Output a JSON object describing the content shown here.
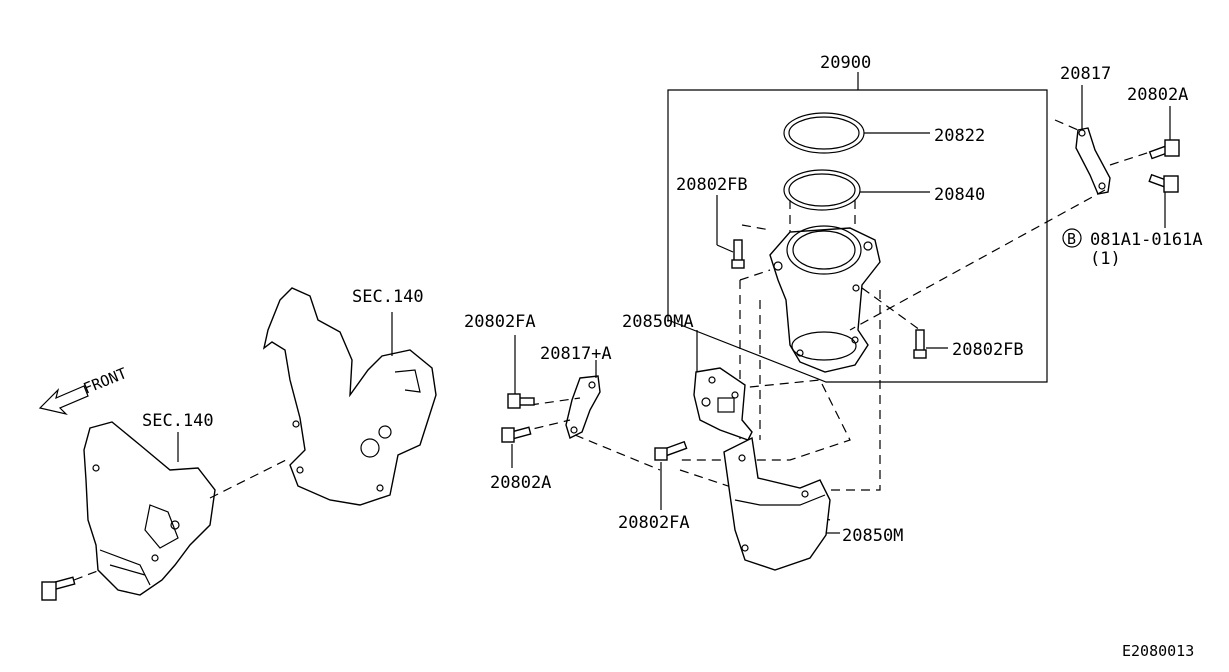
{
  "labels": {
    "p20900": "20900",
    "p20817": "20817",
    "p20802A_top": "20802A",
    "p20822": "20822",
    "p20840": "20840",
    "p20802FB_left": "20802FB",
    "p081A1": "081A1-0161A",
    "p081A1_qty": "(1)",
    "b_marker": "B",
    "sec140_top": "SEC.140",
    "sec140_left": "SEC.140",
    "p20802FA_left": "20802FA",
    "p20850MA": "20850MA",
    "p20817A": "20817+A",
    "p20802FB_right": "20802FB",
    "p20802A_bottom": "20802A",
    "p20802FA_bottom": "20802FA",
    "p20850M": "20850M",
    "front": "FRONT",
    "figure_code": "E2080013"
  },
  "icons": [
    "front-arrow-icon",
    "bolt-icon",
    "gasket-ring-icon"
  ]
}
